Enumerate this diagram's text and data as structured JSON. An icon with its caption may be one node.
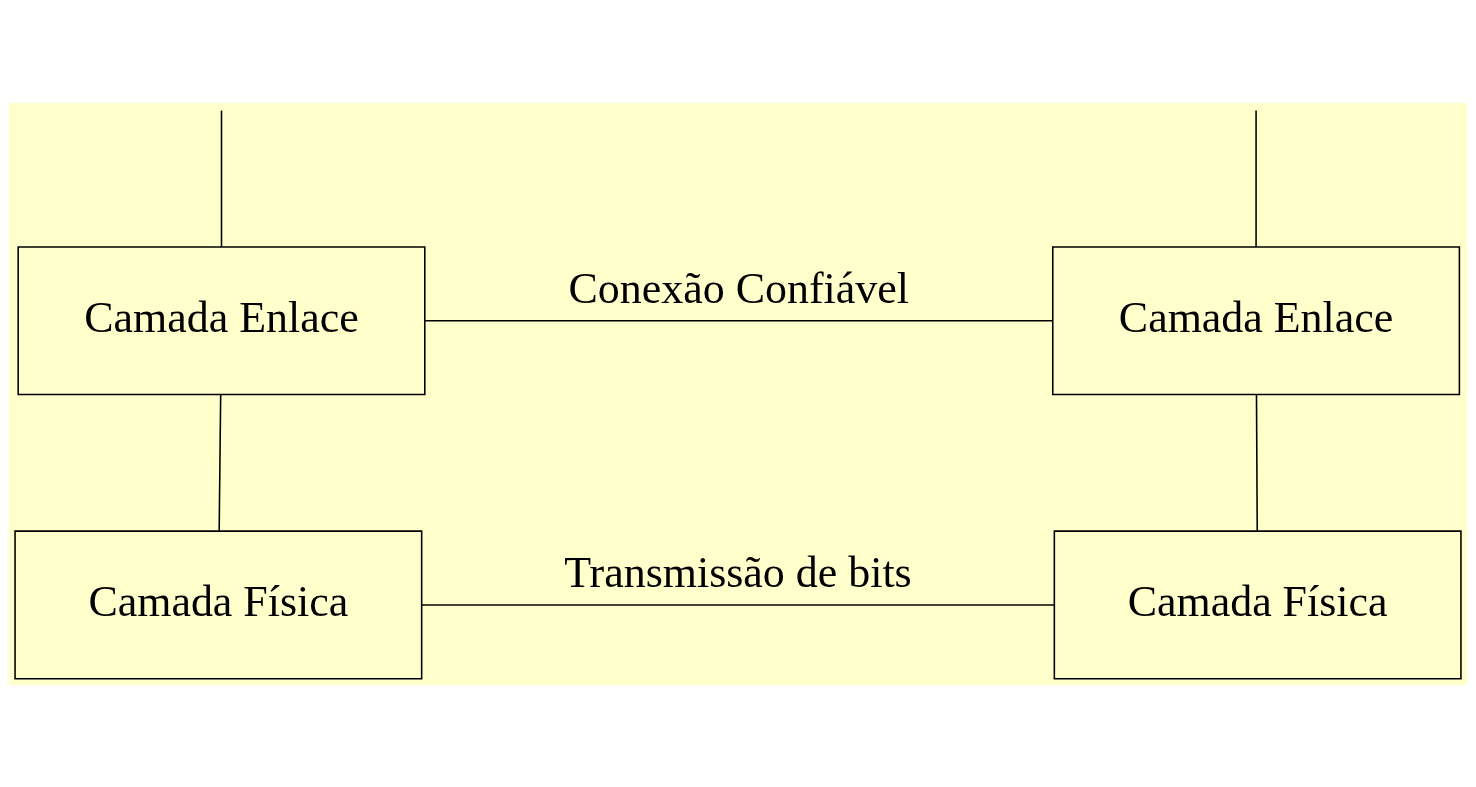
{
  "diagram": {
    "nodes": [
      {
        "text": [
          "Camada Enlace"
        ]
      },
      {
        "text": [
          "Camada Enlace"
        ]
      },
      {
        "text": [
          "Camada Física"
        ]
      },
      {
        "text": [
          "Camada Física"
        ]
      }
    ],
    "edges": [
      {
        "from": null,
        "to": 0,
        "arrow": "none"
      },
      {
        "from": null,
        "to": 1,
        "arrow": "none"
      },
      {
        "from": 0,
        "to": 1,
        "arrow": "none",
        "label": "Conexão Confiável"
      },
      {
        "from": 0,
        "to": 2,
        "arrow": "none"
      },
      {
        "from": 1,
        "to": 3,
        "arrow": "none"
      },
      {
        "from": 2,
        "to": 3,
        "arrow": "none",
        "label": "Transmissão de bits"
      }
    ]
  }
}
